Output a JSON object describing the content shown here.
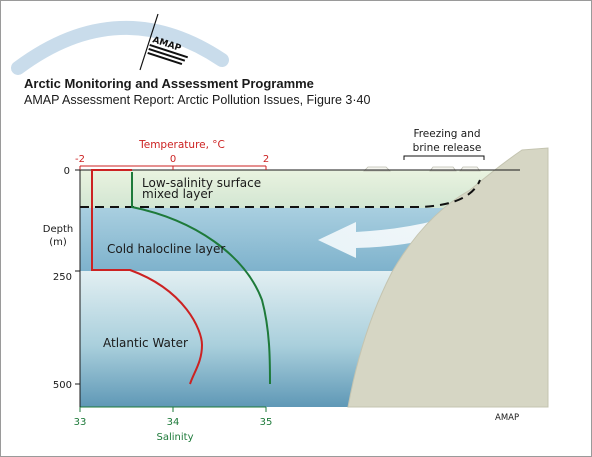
{
  "header": {
    "logo_text": "AMAP",
    "org_title": "Arctic Monitoring and Assessment Programme",
    "subtitle": "AMAP Assessment Report: Arctic Pollution Issues, Figure 3·40"
  },
  "axes": {
    "temperature": {
      "label": "Temperature, °C",
      "ticks": [
        "-2",
        "0",
        "2"
      ],
      "color": "#cc2222"
    },
    "salinity": {
      "label": "Salinity",
      "ticks": [
        "33",
        "34",
        "35"
      ],
      "color": "#1e7a3a"
    },
    "depth": {
      "label_line1": "Depth",
      "label_line2": "(m)",
      "ticks": [
        "0",
        "250",
        "500"
      ]
    }
  },
  "layers": {
    "surface": "Low-salinity surface",
    "surface_line2": "mixed layer",
    "halocline": "Cold halocline layer",
    "atlantic": "Atlantic Water"
  },
  "annotation": {
    "line1": "Freezing and",
    "line2": "brine release"
  },
  "credit": "AMAP",
  "colors": {
    "temperature": "#cc2222",
    "salinity": "#1e7a3a",
    "land": "#d6d6c4",
    "surface_layer": "#dcecd2",
    "halocline_layer": "#8ab8cf",
    "atlantic_layer": "#9fc8d8"
  }
}
